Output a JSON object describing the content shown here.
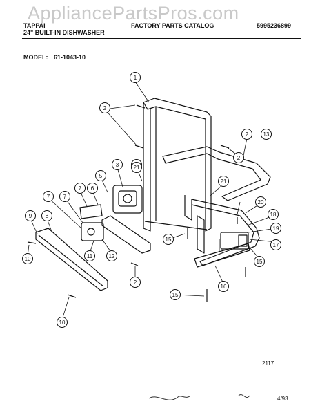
{
  "watermark": "AppliancePartsPros.com",
  "header": {
    "brand": "TAPPAI",
    "product": "24\" BUILT-IN DISHWASHER",
    "catalog_title": "FACTORY PARTS CATALOG",
    "catalog_number": "5995236899",
    "model_label": "MODEL:",
    "model_number": "61-1043-10"
  },
  "callouts": [
    "1",
    "2",
    "2",
    "2",
    "2",
    "3",
    "4",
    "5",
    "6",
    "7",
    "7",
    "7",
    "8",
    "9",
    "10",
    "10",
    "11",
    "12",
    "13",
    "15",
    "15",
    "15",
    "16",
    "17",
    "18",
    "19",
    "20",
    "21",
    "21"
  ],
  "footer": {
    "drawing_number": "2117",
    "date": "4/93"
  },
  "colors": {
    "ink": "#111111",
    "watermark": "#c9c9c9"
  }
}
